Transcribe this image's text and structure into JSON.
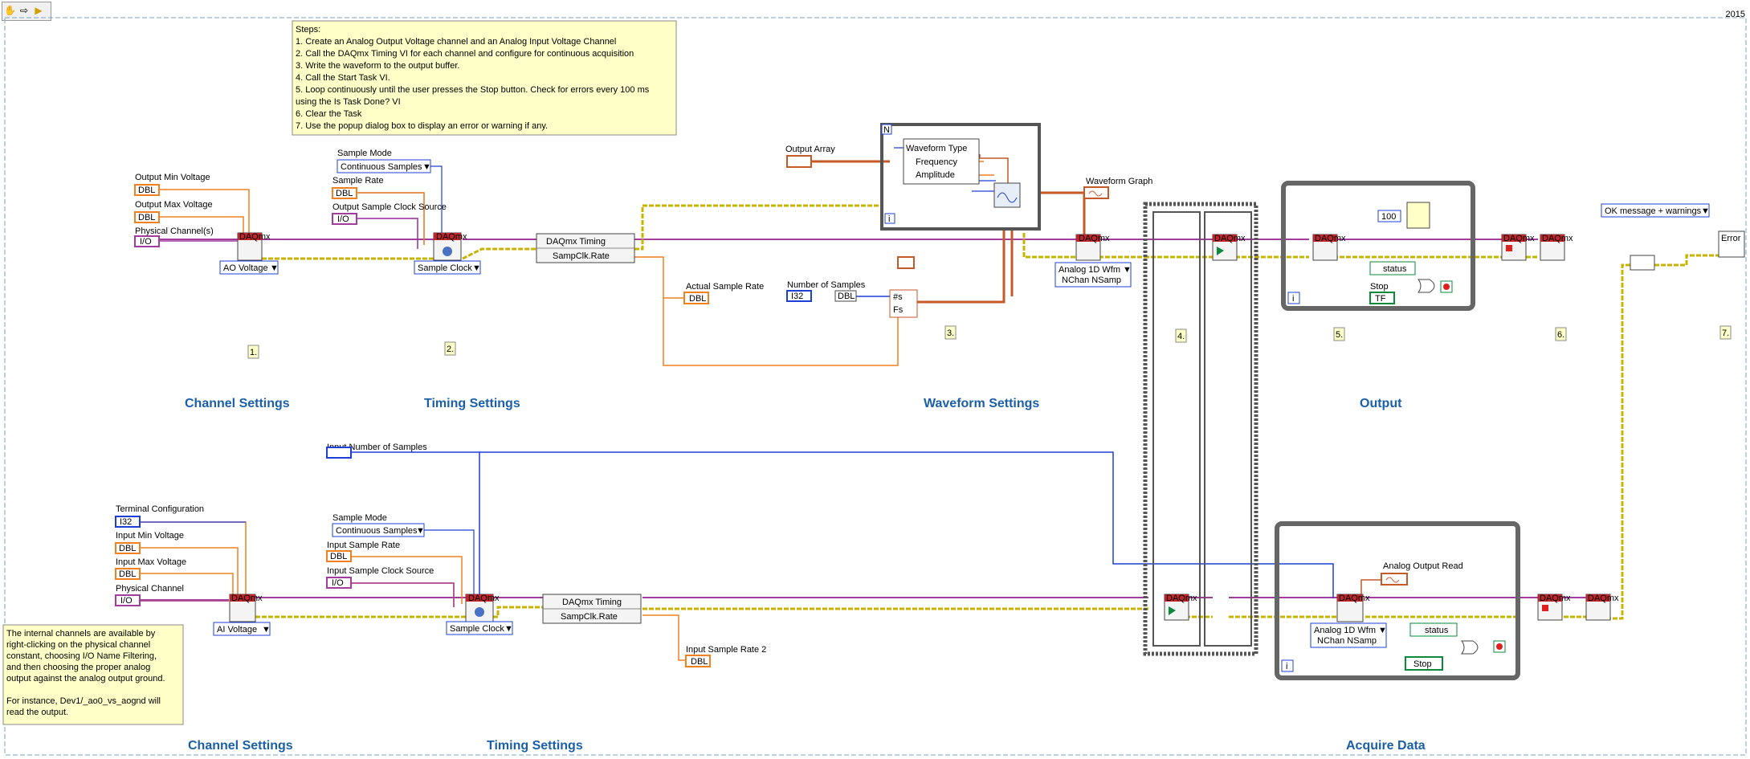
{
  "toolbar": {
    "icons": [
      "hand-icon",
      "arrow-icon",
      "run-icon"
    ]
  },
  "version": "2015",
  "steps": {
    "title": "Steps:",
    "lines": [
      "1. Create an Analog Output Voltage channel and an Analog Input Voltage Channel",
      "2. Call the DAQmx Timing VI for each channel and configure for continuous acquisition",
      "3. Write the waveform to the output buffer.",
      "4. Call the Start Task VI.",
      "5. Loop continuously until the user presses the Stop button. Check for errors every 100 ms",
      "using the Is Task Done? VI",
      "6. Clear the Task",
      "7. Use the popup dialog box to display an error or warning if any."
    ]
  },
  "note": {
    "lines": [
      "The internal channels are available by",
      "right-clicking on the physical channel",
      "constant, choosing I/O Name Filtering,",
      "and then choosing the proper analog",
      "output against the analog output ground.",
      "",
      "For instance, Dev1/_ao0_vs_aognd will",
      "read the output."
    ]
  },
  "sections": {
    "channel_settings_top": "Channel Settings",
    "timing_settings_top": "Timing Settings",
    "waveform_settings": "Waveform Settings",
    "output": "Output",
    "channel_settings_bottom": "Channel Settings",
    "timing_settings_bottom": "Timing Settings",
    "acquire_data": "Acquire Data"
  },
  "step_markers": [
    "1.",
    "2.",
    "3.",
    "4.",
    "5.",
    "6.",
    "7."
  ],
  "controls": {
    "output_min_voltage": "Output Min Voltage",
    "output_max_voltage": "Output Max Voltage",
    "physical_channels": "Physical Channel(s)",
    "sample_mode_top": "Sample Mode",
    "sample_rate": "Sample Rate",
    "output_sample_clock_source": "Output Sample Clock Source",
    "output_array": "Output Array",
    "waveform_graph": "Waveform Graph",
    "actual_sample_rate": "Actual Sample Rate",
    "number_of_samples": "Number of Samples",
    "input_number_of_samples": "Input Number of Samples",
    "terminal_configuration": "Terminal Configuration",
    "input_min_voltage": "Input Min Voltage",
    "input_max_voltage": "Input Max Voltage",
    "physical_channel": "Physical Channel",
    "sample_mode_bottom": "Sample Mode",
    "input_sample_rate": "Input Sample Rate",
    "input_sample_clock_source": "Input Sample Clock Source",
    "input_sample_rate_2": "Input Sample Rate 2",
    "analog_output_read": "Analog Output Read",
    "stop_top": "Stop",
    "stop_bottom": "Stop",
    "status_top": "status",
    "status_bottom": "status"
  },
  "terminals": {
    "dbl": "DBL",
    "i32": "I32",
    "io": "I/O",
    "tf": "TF"
  },
  "rings": {
    "ao_voltage": "AO Voltage",
    "ai_voltage": "AI Voltage",
    "sample_clock_top": "Sample Clock",
    "sample_clock_bottom": "Sample Clock",
    "continuous_top": "Continuous Samples",
    "continuous_bottom": "Continuous Samples",
    "write_mode": [
      "Analog 1D Wfm",
      "NChan NSamp"
    ],
    "read_mode": [
      "Analog 1D Wfm",
      "NChan NSamp"
    ],
    "dialog_mode": "OK message + warnings"
  },
  "nodes": {
    "daqmx_timing_top": "DAQmx Timing",
    "sampclk_rate_top": "SampClk.Rate",
    "daqmx_timing_bottom": "DAQmx Timing",
    "sampclk_rate_bottom": "SampClk.Rate",
    "daqmx": "DAQmx",
    "waveform_type": "Waveform Type",
    "frequency": "Frequency",
    "amplitude": "Amplitude",
    "wait_const": "100",
    "stop_bottom_label": "Stop",
    "n_label": "N",
    "i_label": "i",
    "fs": "Fs",
    "hash": "#s"
  },
  "colors": {
    "task_wire": "#a23c9d",
    "error_wire": "#c8b400",
    "dbl": "#f08020",
    "int": "#1d3fd8",
    "cluster": "#c45a28",
    "bool": "#0a8a3a",
    "section": "#1a5fa8"
  }
}
